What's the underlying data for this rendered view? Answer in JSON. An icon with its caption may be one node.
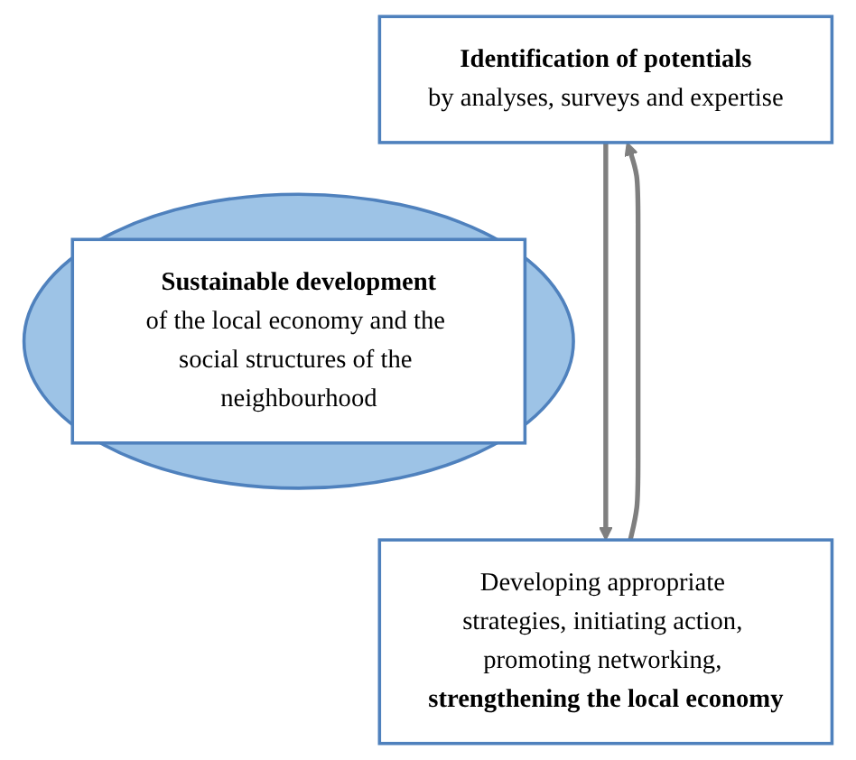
{
  "diagram": {
    "nodes": [
      {
        "text": [
          "Identification of potentials",
          "by analyses, surveys and expertise"
        ]
      },
      {
        "text": [],
        "shape": "circle"
      },
      {
        "text": [
          "Sustainable development",
          "of the local economy and the social structures of the neighbourhood"
        ],
        "in": 1
      },
      {
        "text": [
          "Developing appropriate strategies, initiating action, promoting networking, **strengthening the local economy**"
        ]
      }
    ],
    "edges": [
      {
        "from": 0,
        "to": 3,
        "arrow": "to"
      },
      {
        "from": 3,
        "to": 0,
        "arrow": "to"
      }
    ]
  }
}
